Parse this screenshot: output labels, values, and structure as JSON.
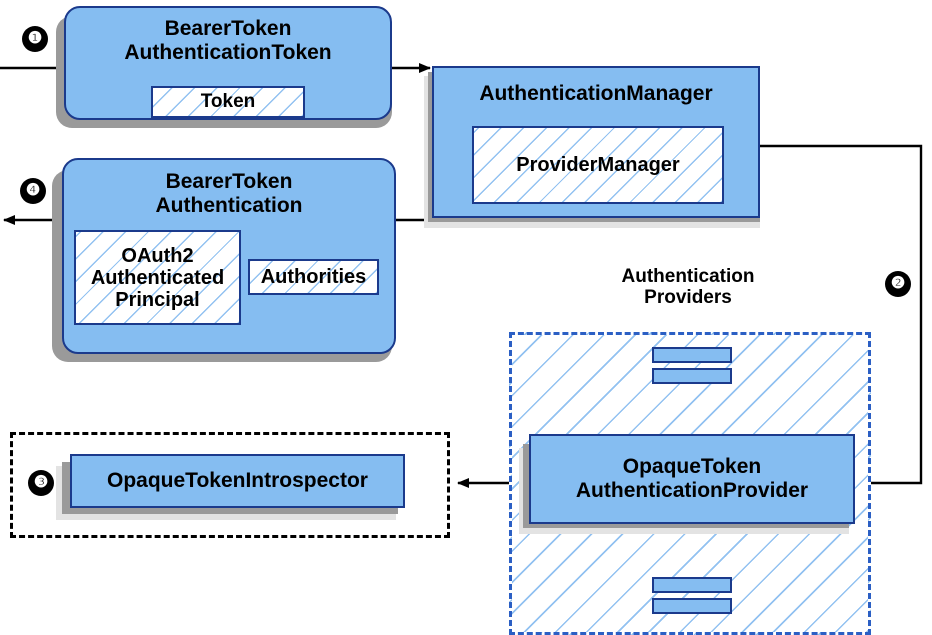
{
  "diagram": {
    "title": "Spring Security OAuth2 Opaque Token Authentication Flow",
    "colors": {
      "card_fill": "#85bdf1",
      "card_border": "#1b3a8c",
      "hatch_line": "#8cbef0",
      "shadow_dark": "#9a9a9a",
      "shadow_light": "#e3e3e3",
      "dashed_blue": "#2b5fc4",
      "dashed_black": "#000000",
      "line": "#000000",
      "text": "#000000"
    }
  },
  "steps": {
    "one": "❶",
    "two": "❷",
    "three": "❸",
    "four": "❹"
  },
  "nodes": {
    "bearer_token_authentication_token": {
      "title": "BearerToken\nAuthenticationToken",
      "inner": {
        "token": "Token"
      }
    },
    "authentication_manager": {
      "title": "AuthenticationManager",
      "inner": {
        "provider_manager": "ProviderManager"
      }
    },
    "bearer_token_authentication": {
      "title": "BearerToken\nAuthentication",
      "inner": {
        "principal": "OAuth2\nAuthenticated\nPrincipal",
        "authorities": "Authorities"
      }
    },
    "authentication_providers_group": {
      "label": "Authentication\nProviders"
    },
    "opaque_token_authentication_provider": {
      "title": "OpaqueToken\nAuthenticationProvider"
    },
    "opaque_token_introspector": {
      "title": "OpaqueTokenIntrospector"
    }
  }
}
